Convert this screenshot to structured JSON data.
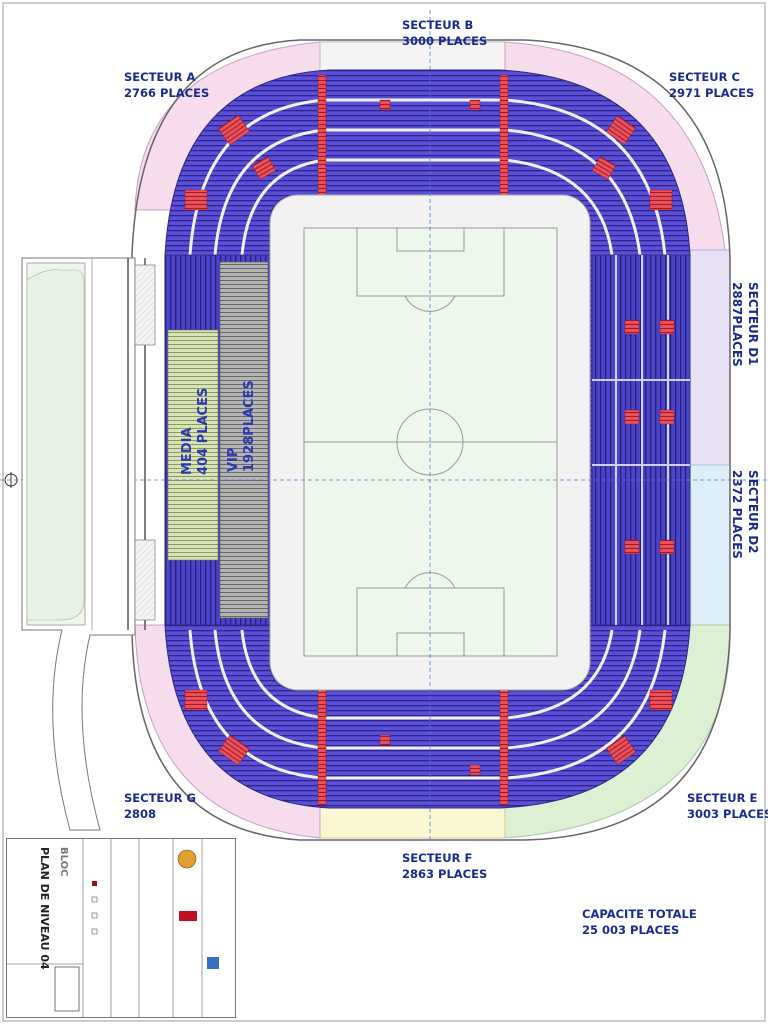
{
  "plan": {
    "title": "PLAN DE NIVEAU 04",
    "bloc": "BLOC"
  },
  "sectors": {
    "a": {
      "name": "SECTEUR A",
      "places": "2766 PLACES"
    },
    "b": {
      "name": "SECTEUR B",
      "places": "3000 PLACES"
    },
    "c": {
      "name": "SECTEUR C",
      "places": "2971 PLACES"
    },
    "d1": {
      "name": "SECTEUR D1",
      "places": "2887PLACES"
    },
    "d2": {
      "name": "SECTEUR D2",
      "places": "2372 PLACES"
    },
    "e": {
      "name": "SECTEUR E",
      "places": "3003 PLACES"
    },
    "f": {
      "name": "SECTEUR F",
      "places": "2863 PLACES"
    },
    "g": {
      "name": "SECTEUR G",
      "places": "2808"
    },
    "media": {
      "name": "MEDIA",
      "places": "404 PLACES"
    },
    "vip": {
      "name": "VIP",
      "places": "1928PLACES"
    }
  },
  "capacity": {
    "label": "CAPACITE TOTALE",
    "value": "25 003 PLACES"
  },
  "colors": {
    "seats_blue": "#4a3fc4",
    "seats_red": "#e0404a",
    "pitch": "#eef7ec",
    "sector_pink": "#f6dcec",
    "sector_green": "#dcf0d4",
    "sector_yellow": "#fbf6d2",
    "sector_cyan": "#dceef8",
    "vip_gray": "#9a9a9a",
    "label_blue": "#1a2a8c"
  }
}
